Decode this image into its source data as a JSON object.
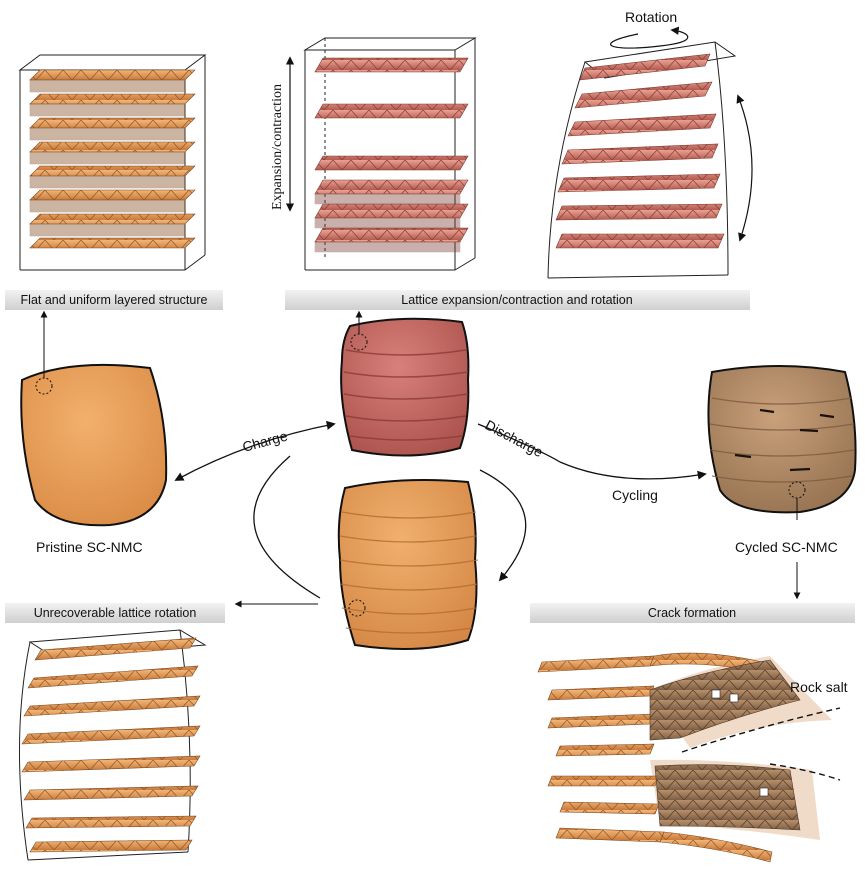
{
  "panels": {
    "flat": "Flat and uniform layered structure",
    "expansion": "Lattice expansion/contraction  and rotation",
    "unrecoverable": "Unrecoverable lattice rotation",
    "crack": "Crack formation"
  },
  "labels": {
    "rotation": "Rotation",
    "expansion_axis": "Expansion/contraction",
    "pristine": "Pristine SC-NMC",
    "cycled": "Cycled SC-NMC",
    "charge": "Charge",
    "discharge": "Discharge",
    "cycling": "Cycling",
    "rock_salt": "Rock salt"
  },
  "colors": {
    "pristine": "#e8a15c",
    "charged": "#c9665f",
    "cycled": "#b08a63",
    "octa_orange": "#e7a161",
    "octa_pink": "#d98678",
    "rocksalt": "#9c7b5c",
    "panel_bar": "#d9d9d9"
  }
}
